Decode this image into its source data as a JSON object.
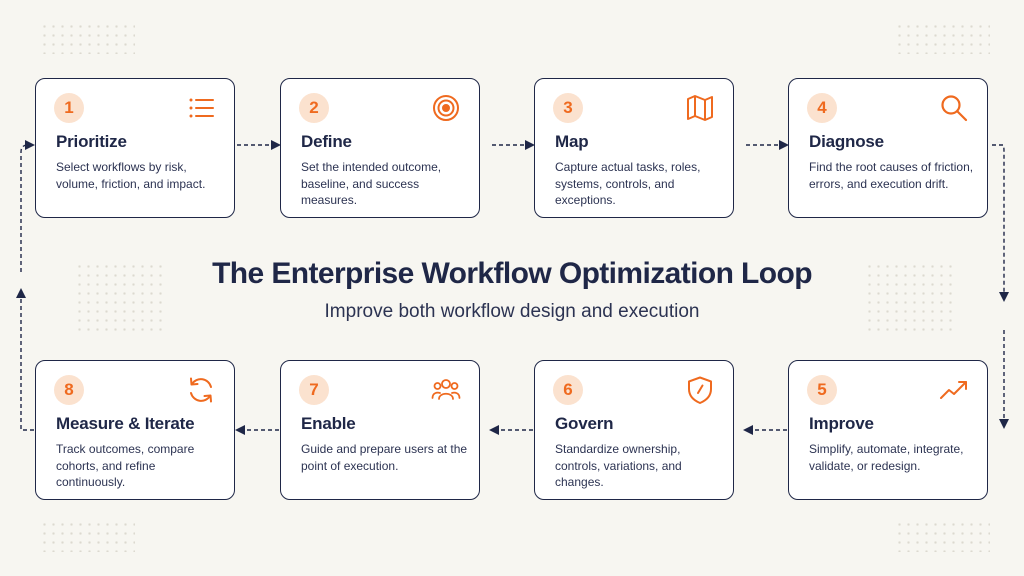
{
  "title": "The Enterprise Workflow Optimization Loop",
  "subtitle": "Improve both workflow design and execution",
  "colors": {
    "accent": "#ef6a1f",
    "badge_bg": "#fbe2cf",
    "ink": "#1f2747",
    "background": "#f7f6f1"
  },
  "steps": [
    {
      "number": "1",
      "title": "Prioritize",
      "description": "Select workflows by risk, volume, friction, and impact.",
      "icon": "list-icon"
    },
    {
      "number": "2",
      "title": "Define",
      "description": "Set the intended outcome, baseline, and success measures.",
      "icon": "target-icon"
    },
    {
      "number": "3",
      "title": "Map",
      "description": "Capture actual tasks, roles, systems, controls, and exceptions.",
      "icon": "map-icon"
    },
    {
      "number": "4",
      "title": "Diagnose",
      "description": "Find the root causes of friction, errors, and execution drift.",
      "icon": "magnifier-icon"
    },
    {
      "number": "5",
      "title": "Improve",
      "description": "Simplify, automate, integrate, validate, or redesign.",
      "icon": "trend-up-icon"
    },
    {
      "number": "6",
      "title": "Govern",
      "description": "Standardize ownership, controls, variations, and changes.",
      "icon": "shield-icon"
    },
    {
      "number": "7",
      "title": "Enable",
      "description": "Guide and prepare users at the point of execution.",
      "icon": "users-icon"
    },
    {
      "number": "8",
      "title": "Measure & Iterate",
      "description": "Track outcomes, compare cohorts, and refine continuously.",
      "icon": "refresh-icon"
    }
  ]
}
